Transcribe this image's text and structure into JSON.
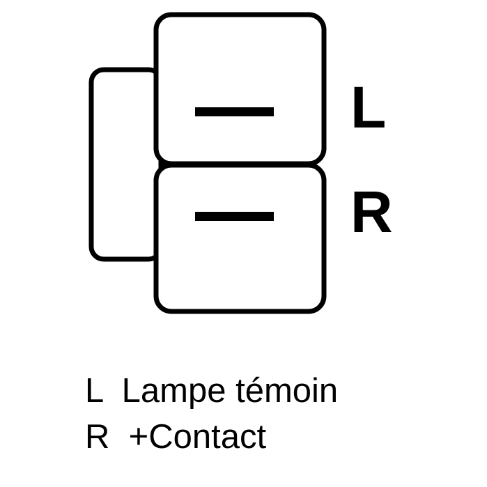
{
  "pins": [
    {
      "label": "L"
    },
    {
      "label": "R"
    }
  ],
  "legend": [
    {
      "code": "L",
      "text": "Lampe témoin"
    },
    {
      "code": "R",
      "text": "+Contact"
    }
  ]
}
